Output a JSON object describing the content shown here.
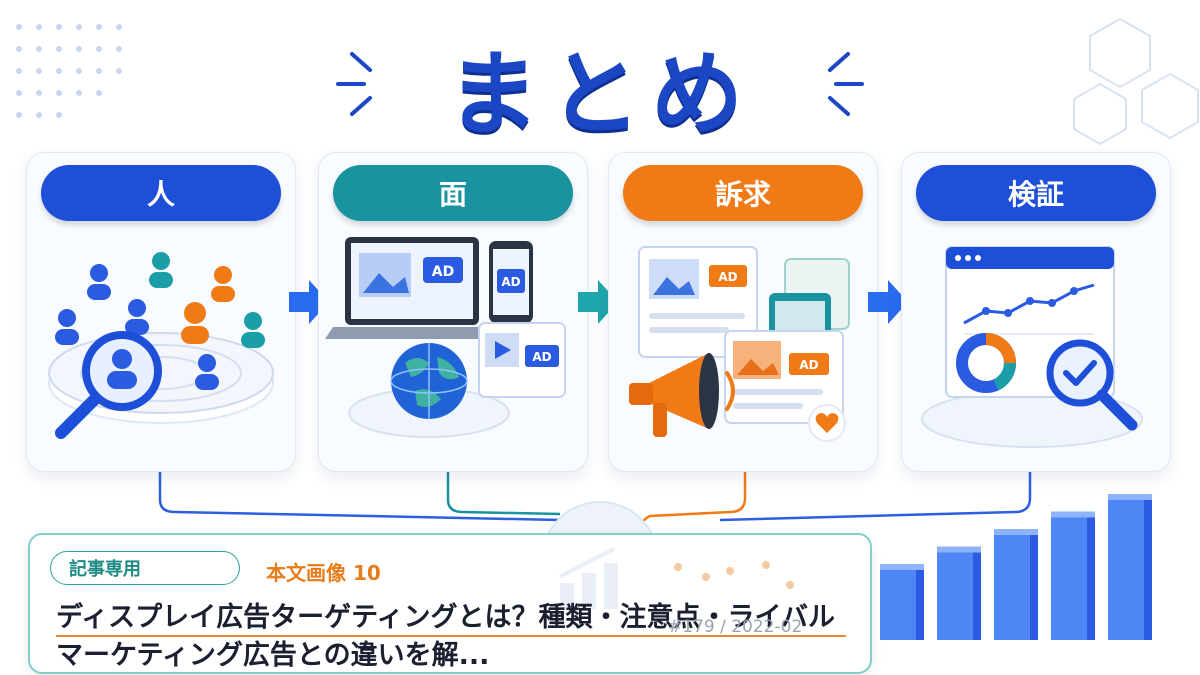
{
  "header": {
    "title": "まとめ"
  },
  "cards": [
    {
      "label": "人",
      "color": "#1d4fd8"
    },
    {
      "label": "面",
      "color": "#1a93a0"
    },
    {
      "label": "訴求",
      "color": "#f07a16"
    },
    {
      "label": "検証",
      "color": "#1d4fd8"
    }
  ],
  "illustrations": {
    "ad_label": "AD"
  },
  "panel": {
    "tag": "記事専用",
    "image_number": "本文画像 10",
    "article_title": "ディスプレイ広告ターゲティングとは？種類・注意点・ライバルマーケティング広告との違いを解...",
    "meta": "#179 / 2022-02"
  },
  "chart_data": {
    "type": "bar",
    "values": [
      4,
      5,
      6,
      7,
      8
    ]
  },
  "colors": {
    "brand_blue": "#1b47c4",
    "teal": "#1a93a0",
    "orange": "#f07a16"
  }
}
